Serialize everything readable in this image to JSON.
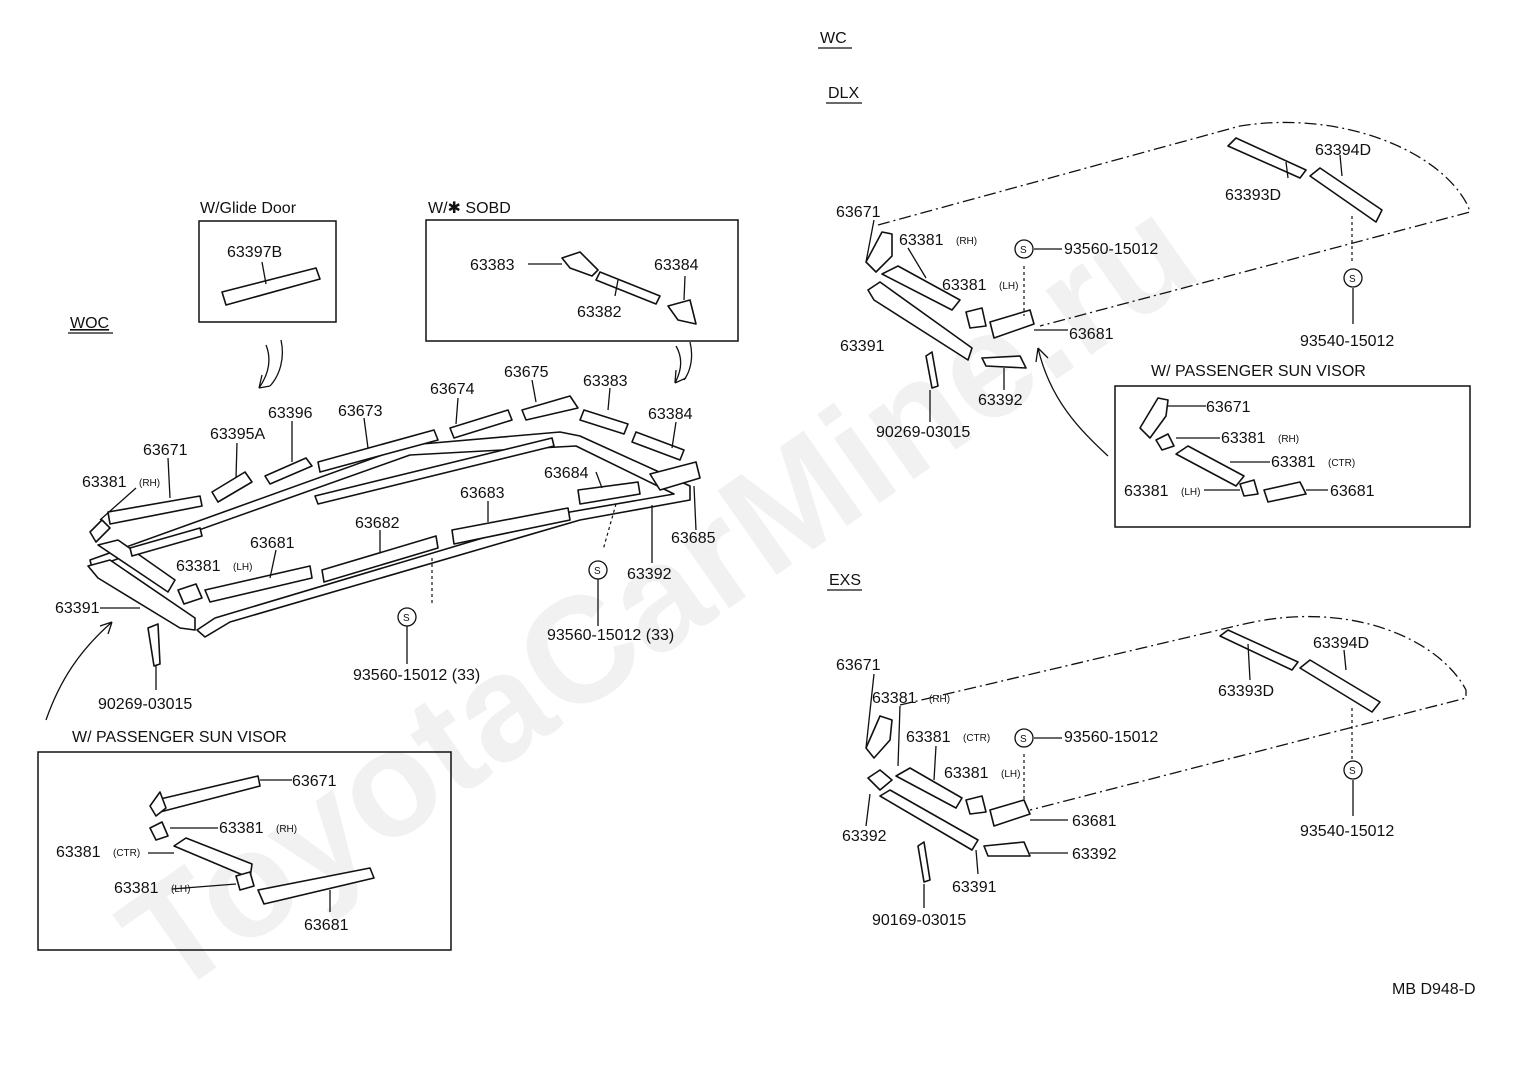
{
  "watermark": "ToyotaCarMine.ru",
  "left": {
    "glide_door": {
      "header": "W/Glide Door",
      "part": "63397B"
    },
    "sobd": {
      "header": "W/✱ SOBD",
      "parts": [
        "63383",
        "63384",
        "63382"
      ]
    },
    "woc_label": "WOC",
    "labels": {
      "p63671": "63671",
      "p63395A": "63395A",
      "p63396": "63396",
      "p63673": "63673",
      "p63674": "63674",
      "p63675": "63675",
      "p63383": "63383",
      "p63384": "63384",
      "p63684": "63684",
      "p63685": "63685",
      "p63683": "63683",
      "p63682": "63682",
      "p63681": "63681",
      "p63381rh": "63381",
      "p63381lh": "63381",
      "p63391": "63391",
      "p63392": "63392",
      "p90269": "90269-03015",
      "p93560a": "93560-15012 (33)",
      "p93560b": "93560-15012 (33)"
    },
    "visor": {
      "header": "W/ PASSENGER SUN VISOR",
      "labels": {
        "p63671": "63671",
        "p63381rh": "63381",
        "p63381ctr": "63381",
        "p63381lh": "63381",
        "p63681": "63681"
      }
    }
  },
  "suffix": {
    "rh": "(RH)",
    "lh": "(LH)",
    "ctr": "(CTR)"
  },
  "screw_symbol": "S",
  "right": {
    "wc_label": "WC",
    "dlx": {
      "label": "DLX",
      "labels": {
        "p63671": "63671",
        "p63381rh": "63381",
        "p93560": "93560-15012",
        "p63381lh": "63381",
        "p63681": "63681",
        "p63391": "63391",
        "p63392": "63392",
        "p90269": "90269-03015",
        "p63393D": "63393D",
        "p63394D": "63394D",
        "p93540": "93540-15012"
      },
      "visor": {
        "header": "W/ PASSENGER SUN VISOR",
        "labels": {
          "p63671": "63671",
          "p63381rh": "63381",
          "p63381ctr": "63381",
          "p63381lh": "63381",
          "p63681": "63681"
        }
      }
    },
    "exs": {
      "label": "EXS",
      "labels": {
        "p63671": "63671",
        "p63381rh": "63381",
        "p63381ctr": "63381",
        "p93560": "93560-15012",
        "p63381lh": "63381",
        "p63681": "63681",
        "p63392a": "63392",
        "p63392b": "63392",
        "p63391": "63391",
        "p90169": "90169-03015",
        "p63393D": "63393D",
        "p63394D": "63394D",
        "p93540": "93540-15012"
      }
    }
  },
  "drawing_code": "MB D948-D"
}
